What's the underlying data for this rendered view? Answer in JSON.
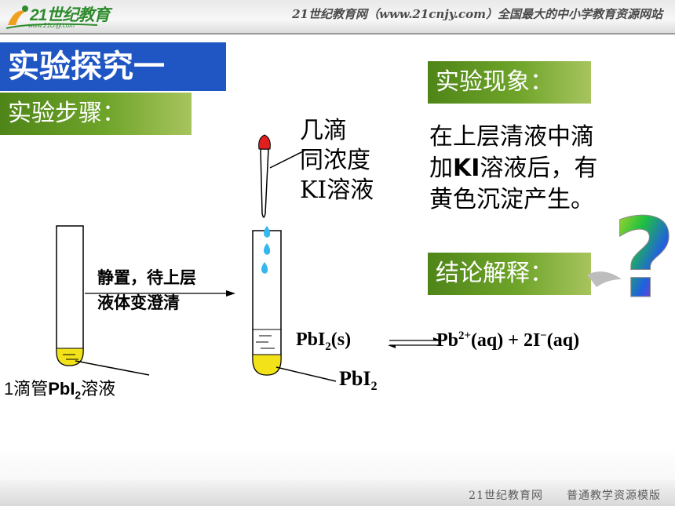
{
  "header": {
    "logo_text": "21世纪教育",
    "logo_sub": "www.21cnjy.com",
    "site_text": "21世纪教育网（www.21cnjy.com）全国最大的中小学教育资源网站"
  },
  "footer": {
    "text": "21世纪教育网　　普通教学资源模版"
  },
  "slide": {
    "title": "实验探究一",
    "steps_label": "实验步骤：",
    "phenomenon_label": "实验现象：",
    "conclusion_label": "结论解释：",
    "drops_lines": [
      "几滴",
      "同浓度",
      "KI溶液"
    ],
    "step_lines": [
      "静置，待上层",
      "液体变澄清"
    ],
    "left_tube_label": {
      "prefix": "1滴管",
      "formula_main": "PbI",
      "formula_sub": "2",
      "suffix": "溶液"
    },
    "phenomenon_lines": {
      "line1": "在上层清液中滴",
      "line2_pre": "加",
      "line2_bold": "KI",
      "line2_post": "溶液后，有",
      "line3": "黄色沉淀产生。"
    },
    "equation": {
      "left_main": "PbI",
      "left_sub": "2",
      "left_state": "(s)",
      "right_pb": "Pb",
      "right_pb_charge": "2+",
      "right_pb_state": "(aq) + 2I",
      "right_i_charge": "−",
      "right_i_state": "(aq)"
    },
    "precipitate_label": {
      "main": "PbI",
      "sub": "2"
    },
    "question_mark": "?"
  },
  "colors": {
    "title_bg": "#1f56c4",
    "label_green": "#5a9020",
    "precipitate": "#f2e21a",
    "drop_blue": "#35b7f0",
    "dropper_red": "#e02020"
  }
}
